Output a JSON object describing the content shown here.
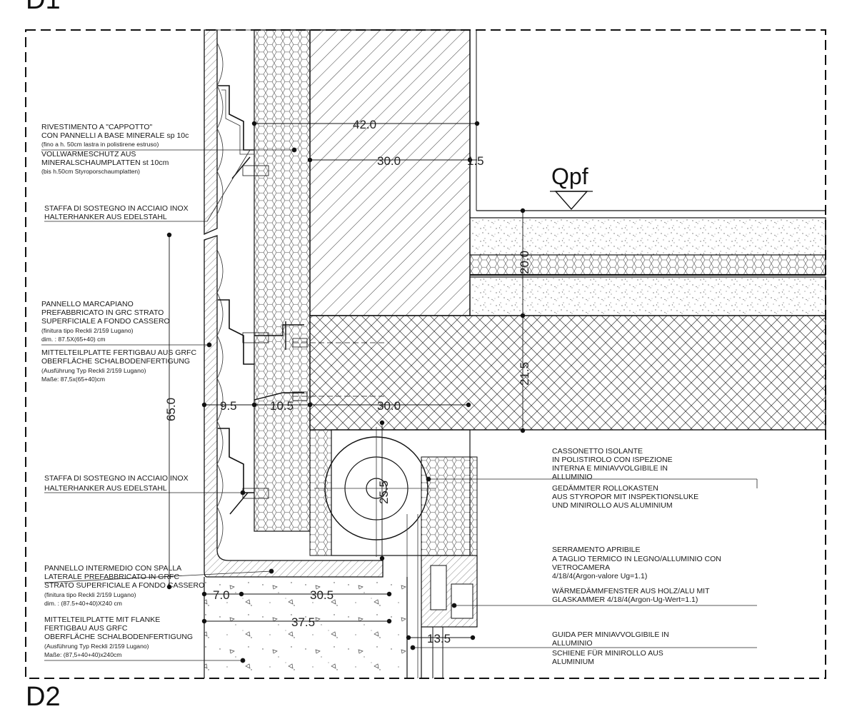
{
  "detail_labels": {
    "top": "D1",
    "bottom": "D2"
  },
  "level_marker": "Qpf",
  "dimensions": {
    "d42": "42.0",
    "d30_top": "30.0",
    "d1_5": "1.5",
    "d20": "20.0",
    "d21_5": "21.5",
    "d65": "65.0",
    "d9_5": "9.5",
    "d10_5": "10.5",
    "d30_mid": "30.0",
    "d25_5": "25.5",
    "d7": "7.0",
    "d30_5": "30.5",
    "d37_5": "37.5",
    "d13_5": "13.5"
  },
  "notes": {
    "cappotto": [
      "RIVESTIMENTO A \"CAPPOTTO\"",
      "CON PANNELLI  A BASE MINERALE sp 10c",
      "(fino a h. 50cm lastra in polistirene estruso)",
      "VOLLWARMESCHUTZ AUS",
      "MINERALSCHAUMPLATTEN st 10cm",
      "(bis h.50cm Styroporschaumplatten)"
    ],
    "staffa1": [
      "STAFFA DI SOSTEGNO IN ACCIAIO INOX",
      "HALTERHANKER AUS EDELSTAHL"
    ],
    "marcapiano": [
      "PANNELLO MARCAPIANO",
      "PREFABBRICATO IN GRC STRATO",
      "SUPERFICIALE A FONDO CASSERO",
      "(finitura tipo Reckli 2/159 Lugano)",
      "dim. : 87.5X(65+40) cm",
      "MITTELTEILPLATTE FERTIGBAU AUS GRFC",
      "OBERFLÄCHE SCHALBODENFERTIGUNG",
      "(Ausführung Typ Reckli 2/159 Lugano)",
      "Maße: 87,5x(65+40)cm"
    ],
    "staffa2": [
      "STAFFA DI SOSTEGNO IN ACCIAIO INOX",
      "HALTERHANKER AUS EDELSTAHL"
    ],
    "intermedio": [
      "PANNELLO  INTERMEDIO CON SPALLA",
      "LATERALE PREFABBRICATO IN GRFC",
      "STRATO SUPERFICIALE A FONDO CASSERO",
      "(finitura tipo Reckli 2/159 Lugano)",
      "dim. : (87.5+40+40)X240 cm",
      "MITTELTEILPLATTE MIT FLANKE",
      "FERTIGBAU AUS GRFC",
      "OBERFLÄCHE SCHALBODENFERTIGUNG",
      "(Ausführung Typ Reckli 2/159 Lugano)",
      "Maße: (87,5+40+40)x240cm"
    ],
    "cassonetto": [
      "CASSONETTO ISOLANTE",
      "IN POLISTIROLO CON ISPEZIONE",
      "INTERNA E MINIAVVOLGIBILE IN",
      "ALLUMINIO",
      "GEDÄMMTER ROLLOKASTEN",
      "AUS STYROPOR MIT INSPEKTIONSLUKE",
      "UND MINIROLLO AUS ALUMINIUM"
    ],
    "serramento": [
      "SERRAMENTO APRIBILE",
      "A TAGLIO TERMICO IN LEGNO/ALLUMINIO CON",
      "VETROCAMERA",
      "4/18/4(Argon-valore Ug=1.1)",
      "WÄRMEDÄMMFENSTER AUS HOLZ/ALU MIT",
      "GLASKAMMER 4/18/4(Argon-Ug-Wert=1.1)"
    ],
    "guida": [
      "GUIDA PER MINIAVVOLGIBILE IN",
      "ALLUMINIO",
      "SCHIENE FÜR MINIROLLO AUS",
      "ALUMINIUM"
    ]
  }
}
